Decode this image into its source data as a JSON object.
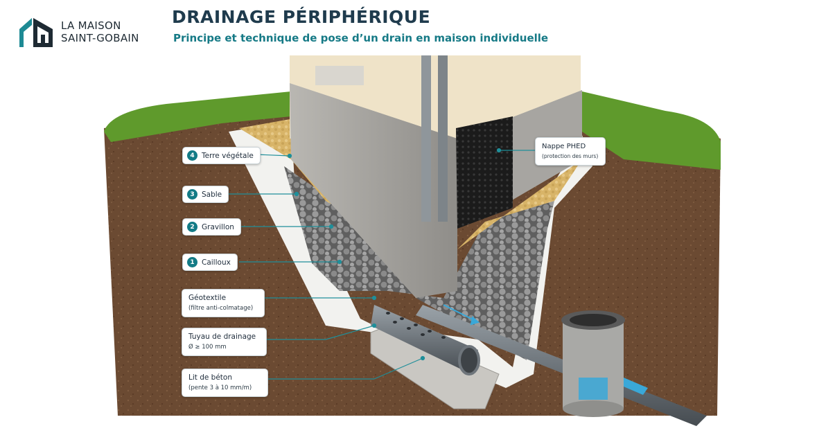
{
  "brand": {
    "line1": "LA MAISON",
    "line2": "SAINT-GOBAIN"
  },
  "header": {
    "title": "DRAINAGE PÉRIPHÉRIQUE",
    "subtitle": "Principe et technique de pose d’un drain en maison individuelle"
  },
  "callouts": {
    "terre": {
      "number": "4",
      "label": "Terre végétale"
    },
    "sable": {
      "number": "3",
      "label": "Sable"
    },
    "gravillon": {
      "number": "2",
      "label": "Gravillon"
    },
    "cailloux": {
      "number": "1",
      "label": "Cailloux"
    },
    "geotextile": {
      "label": "Géotextile",
      "detail": "(filtre anti-colmatage)"
    },
    "tuyau": {
      "label": "Tuyau de drainage",
      "detail": "Ø ≥ 100 mm"
    },
    "lit": {
      "label": "Lit de béton",
      "detail": "(pente 3 à 10 mm/m)"
    },
    "nappe": {
      "label": "Nappe PHED",
      "detail": "(protection des murs)"
    }
  },
  "colors": {
    "accent": "#137b86",
    "title": "#1f3b4d",
    "soil": "#6b4a32",
    "grass": "#5f9a2c",
    "gravel": "#8c8c8c",
    "sand": "#d9b66a",
    "facade": "#efe3c8",
    "membrane": "#1b1b1b",
    "pipe": "#6e757b",
    "water": "#3aa8d8"
  },
  "icons": [
    "house-logo-icon",
    "water-flow-arrow-icon"
  ]
}
